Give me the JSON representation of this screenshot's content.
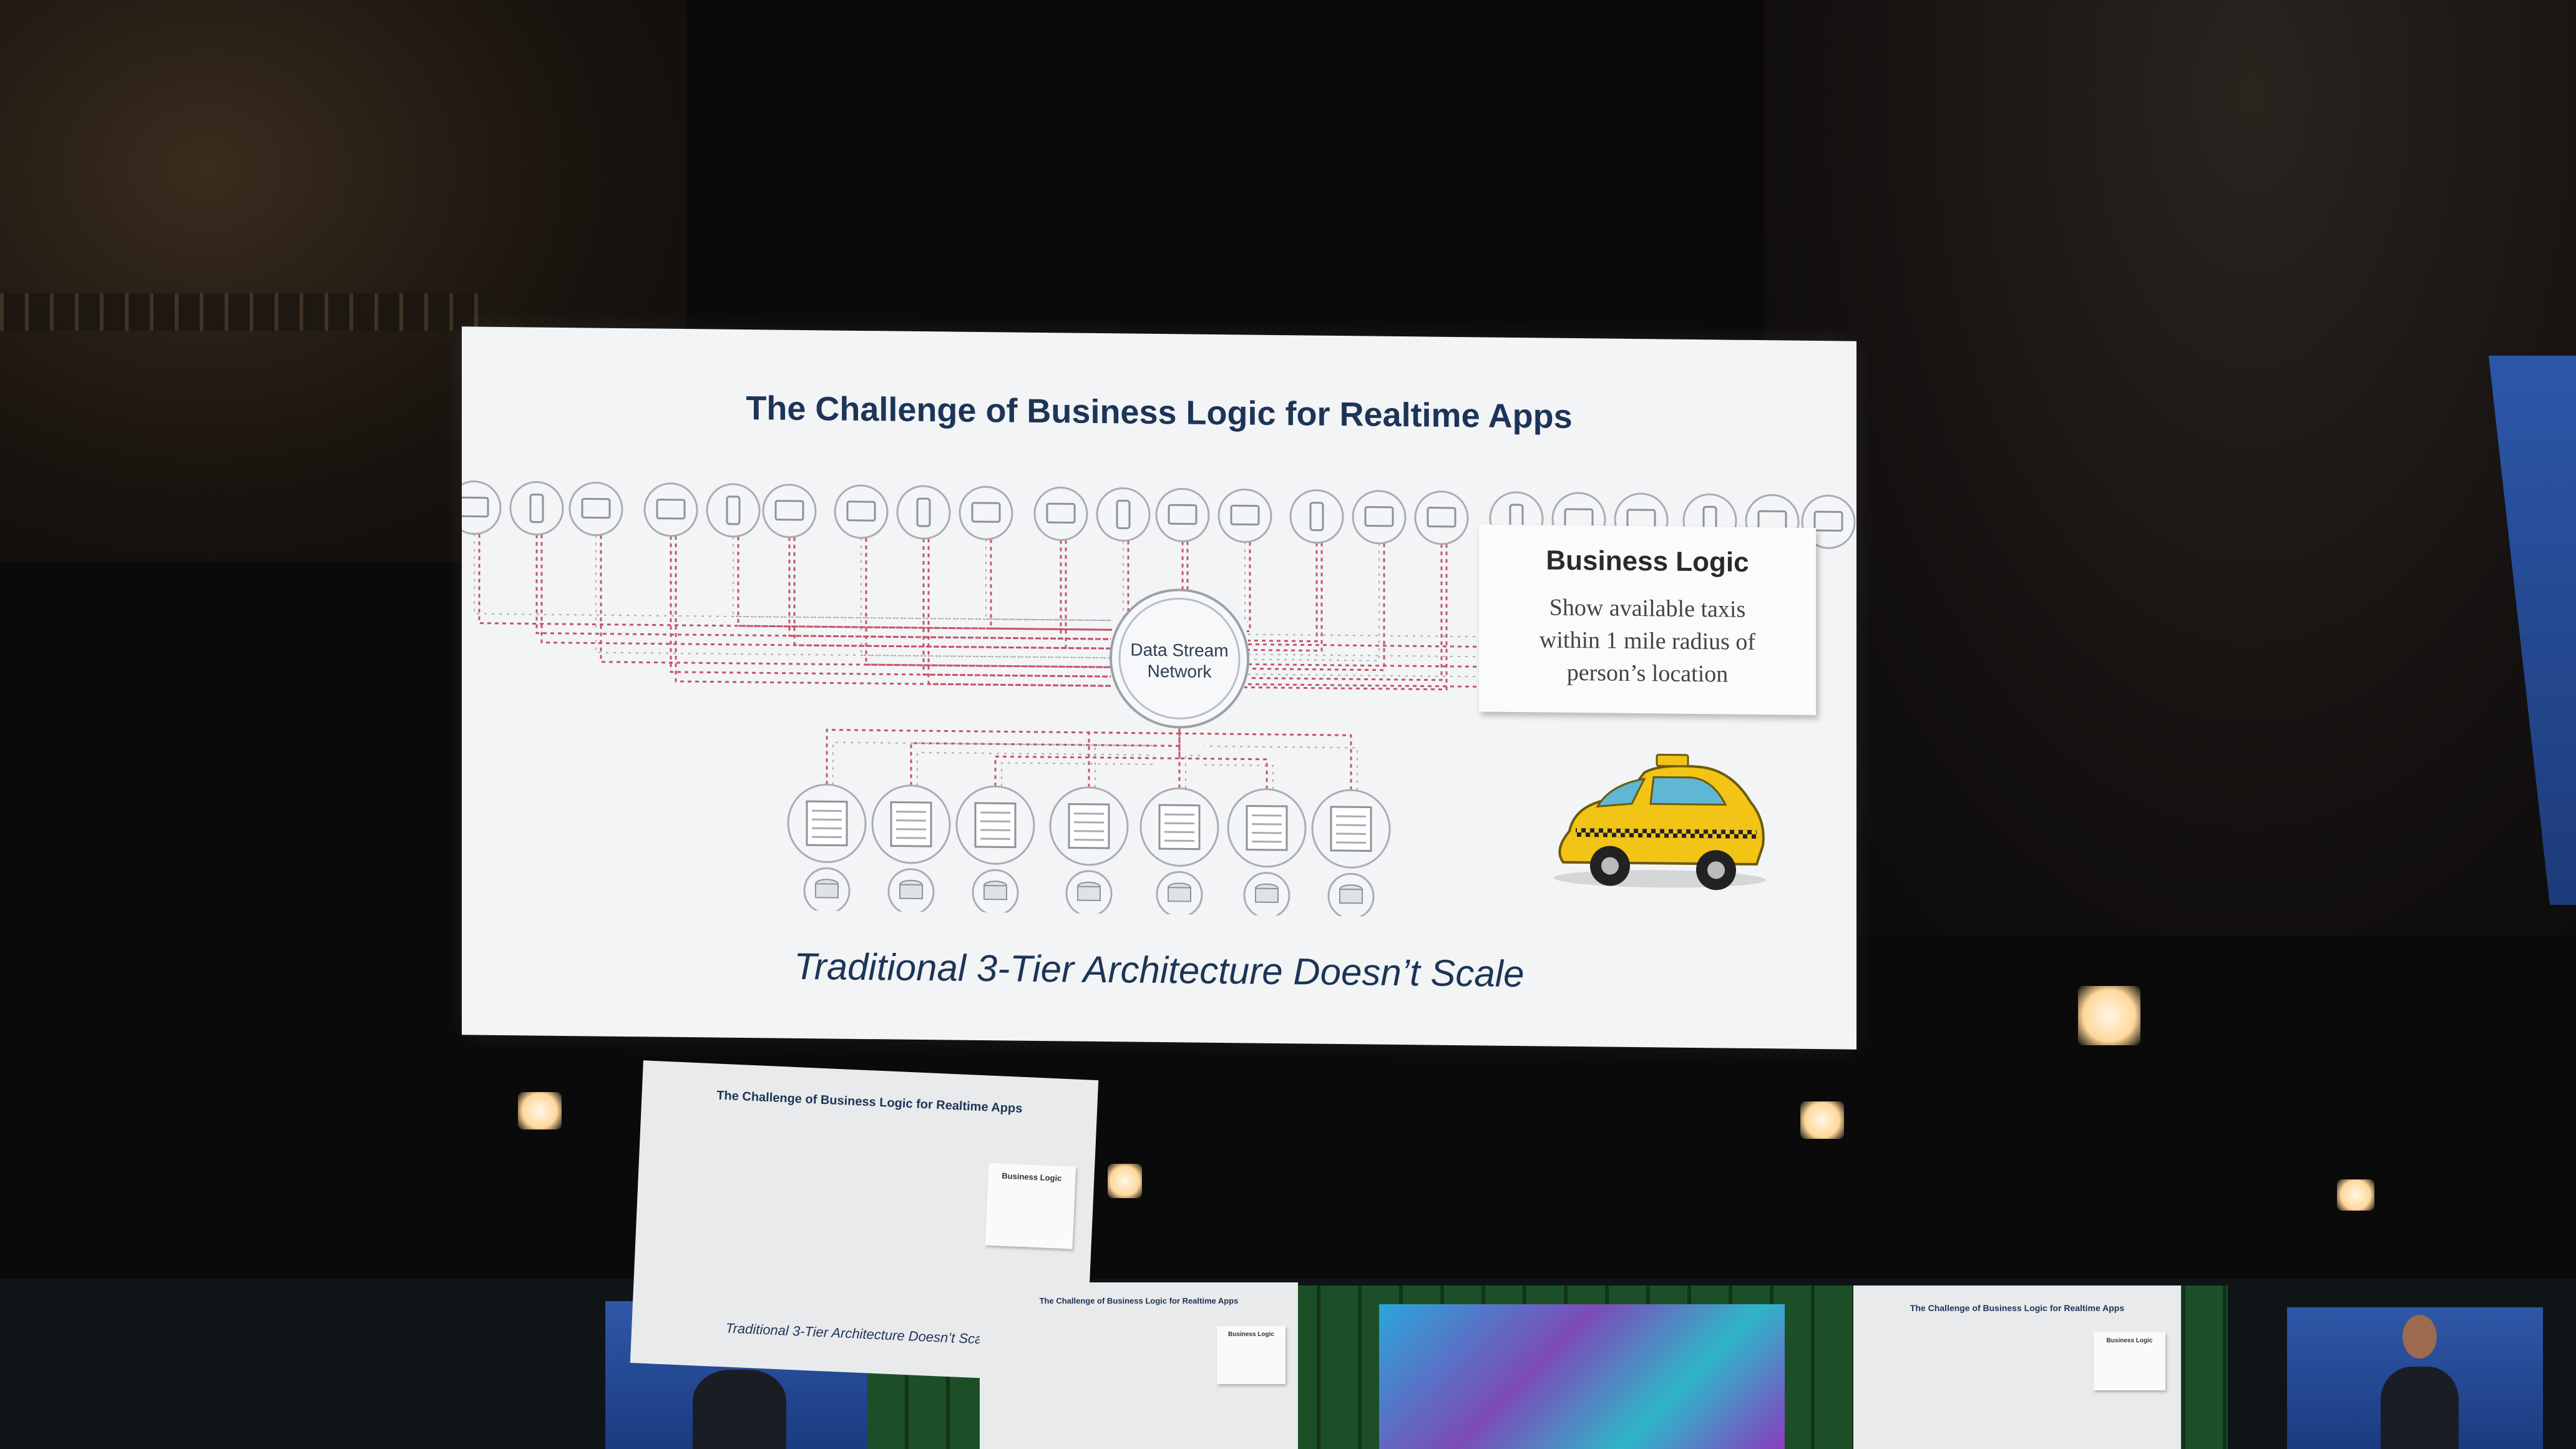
{
  "slide": {
    "title": "The Challenge of Business Logic for Realtime Apps",
    "caption": "Traditional 3-Tier Architecture Doesn’t Scale",
    "hub_label_line1": "Data Stream",
    "hub_label_line2": "Network",
    "business_logic": {
      "heading": "Business Logic",
      "line1": "Show available taxis",
      "line2": "within 1 mile radius of",
      "line3": "person’s location"
    }
  },
  "colors": {
    "slide_background": "#f3f4f6",
    "title_text": "#1c3557",
    "connection_line": "#c0394f",
    "icon_outline": "#a9adb3",
    "taxi_yellow": "#f2c415"
  },
  "icons": [
    "device-icon",
    "server-icon",
    "database-icon",
    "taxi-icon"
  ]
}
